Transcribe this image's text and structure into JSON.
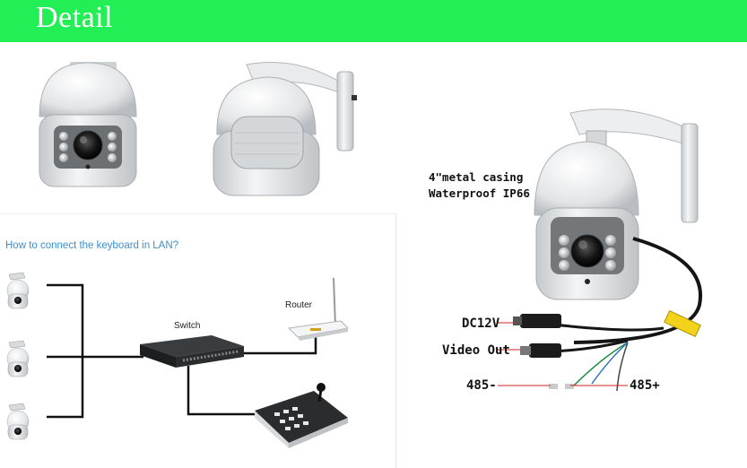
{
  "header": {
    "title": "Detail"
  },
  "diagram": {
    "title": "How to connect the keyboard in LAN?",
    "switch_label": "Switch",
    "router_label": "Router"
  },
  "callouts": {
    "casing": "4\"metal casing",
    "waterproof": "Waterproof IP66",
    "dc12v": "DC12V",
    "video_out": "Video Out",
    "rs485_minus": "485-",
    "rs485_plus": "485+"
  },
  "colors": {
    "header_bg": "#22ee55",
    "title_link": "#3a8fd0",
    "wire": "#111111"
  }
}
